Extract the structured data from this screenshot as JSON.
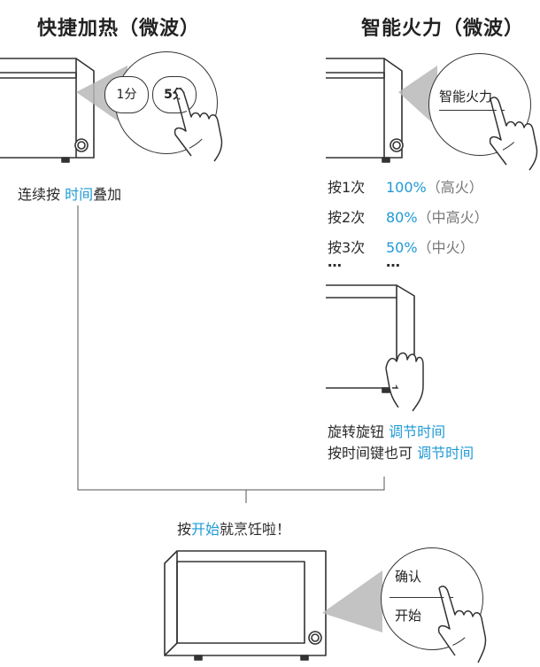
{
  "left_panel": {
    "title": "快捷加热（微波）",
    "button_1": "1分",
    "button_5": "5分",
    "instruction_prefix": "连续按",
    "instruction_highlight": "时间",
    "instruction_suffix": "叠加"
  },
  "right_panel": {
    "title": "智能火力（微波）",
    "button": "智能火力",
    "steps": [
      {
        "label": "按1次",
        "value": "100%",
        "desc": "（高火）"
      },
      {
        "label": "按2次",
        "value": "80%",
        "desc": "（中高火）"
      },
      {
        "label": "按3次",
        "value": "50%",
        "desc": "（中火）"
      }
    ],
    "ellipsis": "…",
    "knob_line1_prefix": "旋转旋钮",
    "knob_line1_highlight": "调节时间",
    "knob_line2_prefix": "按时间键也可",
    "knob_line2_highlight": "调节时间"
  },
  "bottom": {
    "start_prefix": "按",
    "start_highlight": "开始",
    "start_suffix": "就烹饪啦！",
    "button_confirm": "确认",
    "button_start": "开始"
  },
  "colors": {
    "accent": "#1f9ad6",
    "line": "#555555"
  }
}
